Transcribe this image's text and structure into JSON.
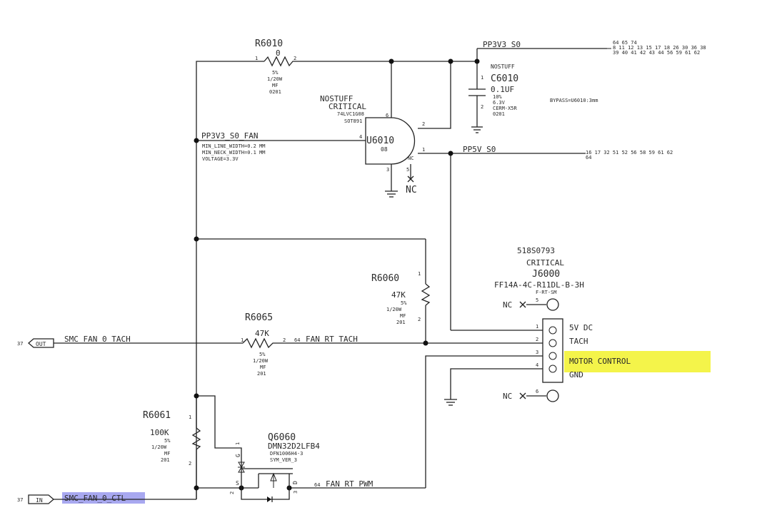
{
  "nets": {
    "pp3v3_s0": "PP3V3_S0",
    "pp3v3_s0_refs_line1": "64 65 74",
    "pp3v3_s0_refs_line2": "8 11 12 13 15 17 18 26 30 36 38",
    "pp3v3_s0_refs_line3": "39 40 41 42 43 44 56 59 61 62",
    "pp3v3_s0_fan": "PP3V3_S0_FAN",
    "fan_props_1": "MIN_LINE_WIDTH=0.2 MM",
    "fan_props_2": "MIN_NECK_WIDTH=0.1 MM",
    "fan_props_3": "VOLTAGE=3.3V",
    "pp5v_s0": "PP5V_S0",
    "pp5v_s0_refs_line1": "16 17 32 51 52 56 58 59 61 62",
    "pp5v_s0_refs_line2": "64",
    "smc_fan_0_tach": "SMC_FAN_0_TACH",
    "fan_rt_tach": "FAN_RT_TACH",
    "fan_rt_tach_ref": "64",
    "fan_rt_pwm": "FAN_RT_PWM",
    "fan_rt_pwm_ref": "64",
    "smc_fan_0_ctl": "SMC_FAN_0_CTL"
  },
  "ports": {
    "out_label": "OUT",
    "out_page": "37",
    "in_label": "IN",
    "in_page": "37"
  },
  "r6010": {
    "ref": "R6010",
    "value": "0",
    "tol": "5%",
    "power": "1/20W",
    "type": "MF",
    "pkg": "0201",
    "pin1": "1",
    "pin2": "2"
  },
  "c6010": {
    "stuff": "NOSTUFF",
    "ref": "C6010",
    "value": "0.1UF",
    "tol": "10%",
    "voltage": "6.3V",
    "dielectric": "CERM-X5R",
    "pkg": "0201",
    "pin1": "1",
    "pin2": "2",
    "bypass": "BYPASS=U6010:3mm"
  },
  "u6010": {
    "stuff": "NOSTUFF",
    "critical": "CRITICAL",
    "part": "74LVC1G08",
    "pkg": "SOT891",
    "ref": "U6010",
    "suffix": "08",
    "pin4": "4",
    "pin6": "6",
    "pin2": "2",
    "pin1": "1",
    "pin3": "3",
    "pin5": "5",
    "nc_pin": "NC",
    "nc_label": "NC"
  },
  "r6060": {
    "ref": "R6060",
    "value": "47K",
    "tol": "5%",
    "power": "1/20W",
    "type": "MF",
    "pkg": "201",
    "pin1": "1",
    "pin2": "2"
  },
  "r6065": {
    "ref": "R6065",
    "value": "47K",
    "tol": "5%",
    "power": "1/20W",
    "type": "MF",
    "pkg": "201",
    "pin1": "1",
    "pin2": "2"
  },
  "r6061": {
    "ref": "R6061",
    "value": "100K",
    "tol": "5%",
    "power": "1/20W",
    "type": "MF",
    "pkg": "201",
    "pin1": "1",
    "pin2": "2"
  },
  "q6060": {
    "ref": "Q6060",
    "part": "DMN32D2LFB4",
    "pkg": "DFN1006H4-3",
    "sym": "SYM_VER_3",
    "pin_g": "G",
    "pin_s": "S",
    "pin_d": "D",
    "pin1": "1",
    "pin2": "2",
    "pin3": "3"
  },
  "j6000": {
    "pn": "518S0793",
    "critical": "CRITICAL",
    "ref": "J6000",
    "part": "FF14A-4C-R11DL-B-3H",
    "style": "F-RT-SM",
    "pin5": "5",
    "pin6": "6",
    "nc_top": "NC",
    "nc_bottom": "NC",
    "pins": [
      {
        "num": "1",
        "label": "5V DC"
      },
      {
        "num": "2",
        "label": "TACH"
      },
      {
        "num": "3",
        "label": "MOTOR CONTROL"
      },
      {
        "num": "4",
        "label": "GND"
      }
    ]
  },
  "highlights": {
    "motor_control": "#f4f44a",
    "smc_fan_ctl": "#a8a8f0"
  }
}
